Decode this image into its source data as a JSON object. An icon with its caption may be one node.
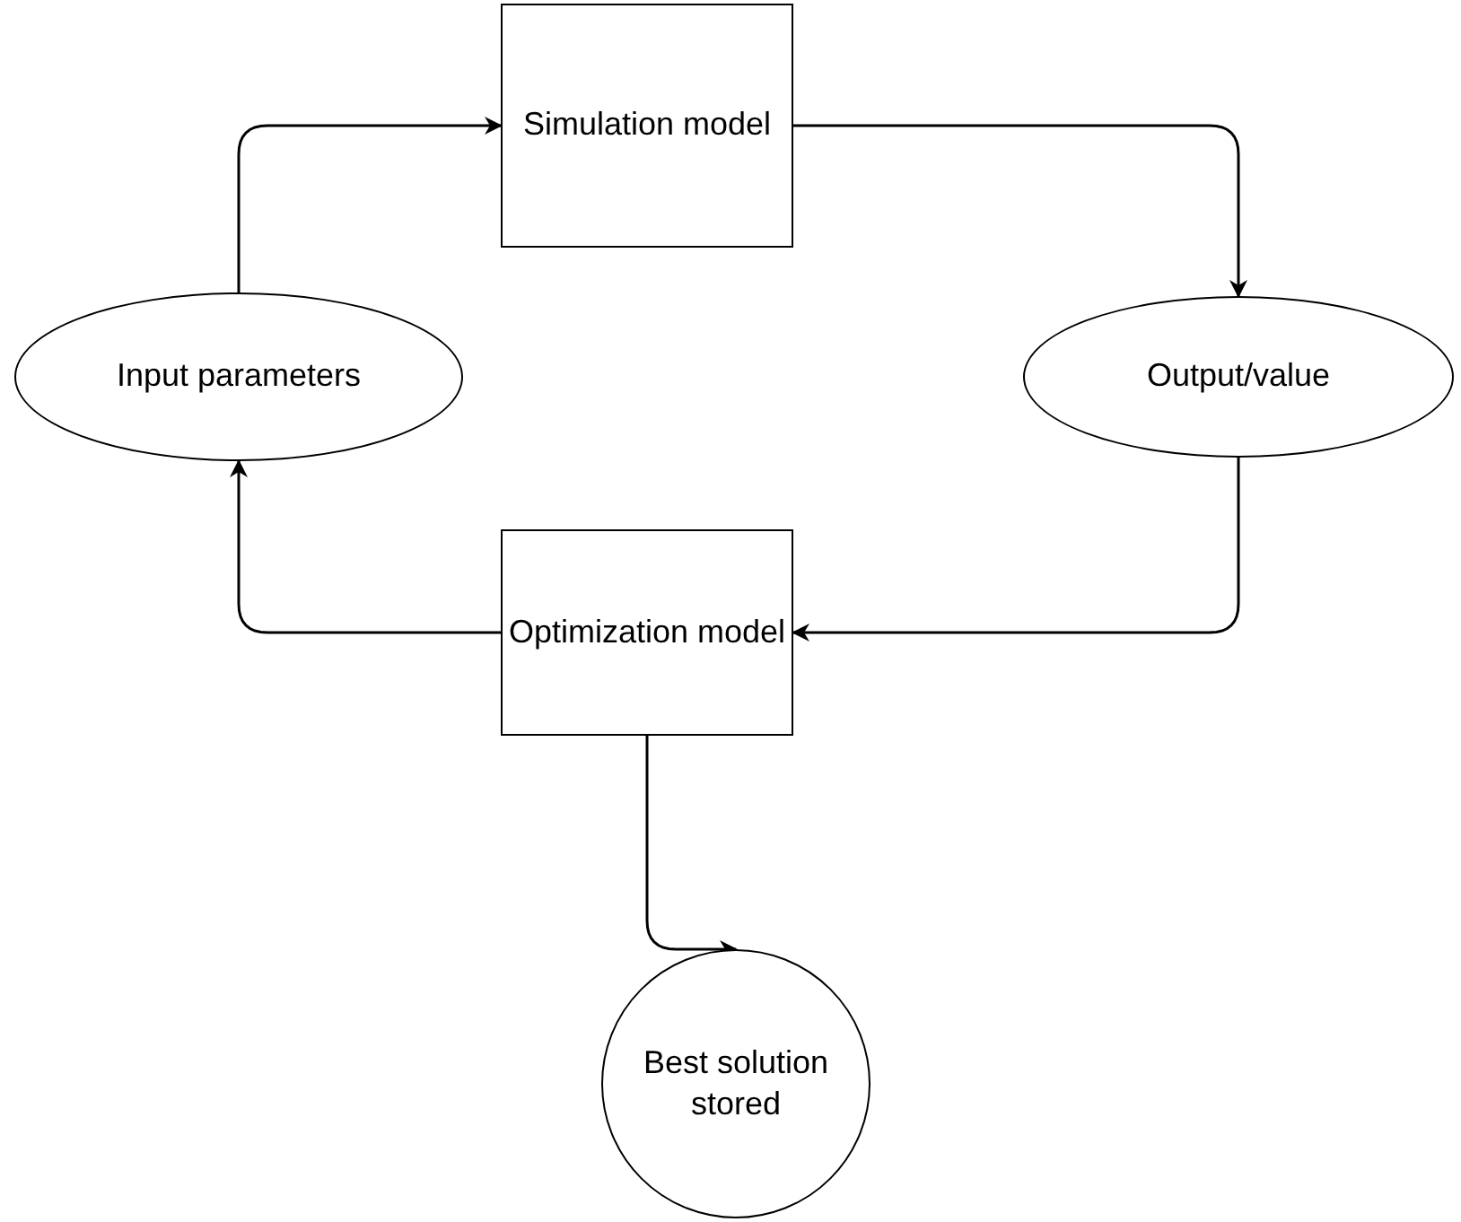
{
  "diagram": {
    "nodes": [
      {
        "text": [
          "Simulation model"
        ]
      },
      {
        "text": [
          "Input parameters"
        ]
      },
      {
        "text": [
          "Output/value"
        ]
      },
      {
        "text": [
          "Optimization model"
        ]
      },
      {
        "text": [
          "Best solution stored"
        ]
      }
    ],
    "edges": [
      {
        "from": 1,
        "to": 0,
        "arrow": "to"
      },
      {
        "from": 0,
        "to": 2,
        "arrow": "to"
      },
      {
        "from": 2,
        "to": 3,
        "arrow": "to"
      },
      {
        "from": 3,
        "to": 1,
        "arrow": "to"
      },
      {
        "from": 3,
        "to": 4,
        "arrow": "to"
      }
    ]
  }
}
